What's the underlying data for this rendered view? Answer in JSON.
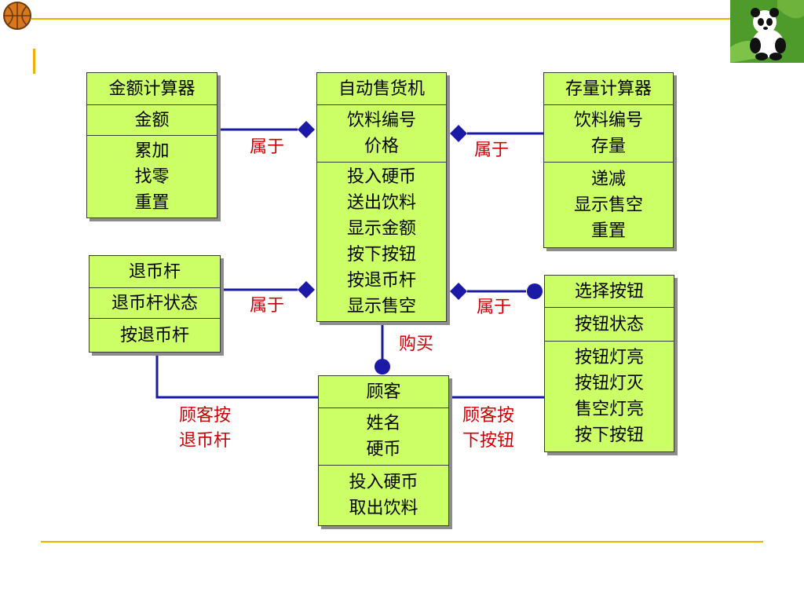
{
  "classes": {
    "amount_calculator": {
      "name": "金额计算器",
      "attributes": [
        "金额"
      ],
      "operations": [
        "累加",
        "找零",
        "重置"
      ]
    },
    "vending_machine": {
      "name": "自动售货机",
      "attributes": [
        "饮料编号",
        "价格"
      ],
      "operations": [
        "投入硬币",
        "送出饮料",
        "显示金额",
        "按下按钮",
        "按退币杆",
        "显示售空"
      ]
    },
    "stock_calculator": {
      "name": "存量计算器",
      "attributes": [
        "饮料编号",
        "存量"
      ],
      "operations": [
        "递减",
        "显示售空",
        "重置"
      ]
    },
    "return_lever": {
      "name": "退币杆",
      "attributes": [
        "退币杆状态"
      ],
      "operations": [
        "按退币杆"
      ]
    },
    "select_button": {
      "name": "选择按钮",
      "attributes": [
        "按钮状态"
      ],
      "operations": [
        "按钮灯亮",
        "按钮灯灭",
        "售空灯亮",
        "按下按钮"
      ]
    },
    "customer": {
      "name": "顾客",
      "attributes": [
        "姓名",
        "硬币"
      ],
      "operations": [
        "投入硬币",
        "取出饮料"
      ]
    }
  },
  "relations": {
    "amount_belongs": "属于",
    "stock_belongs": "属于",
    "lever_belongs": "属于",
    "button_belongs": "属于",
    "purchase": "购买",
    "customer_lever": [
      "顾客按",
      "退币杆"
    ],
    "customer_button": [
      "顾客按",
      "下按钮"
    ]
  },
  "colors": {
    "class_fill": "#ccff66",
    "connector": "#1a1aa6",
    "relation_label": "#cc0000",
    "theme_line": "#f0b000"
  }
}
